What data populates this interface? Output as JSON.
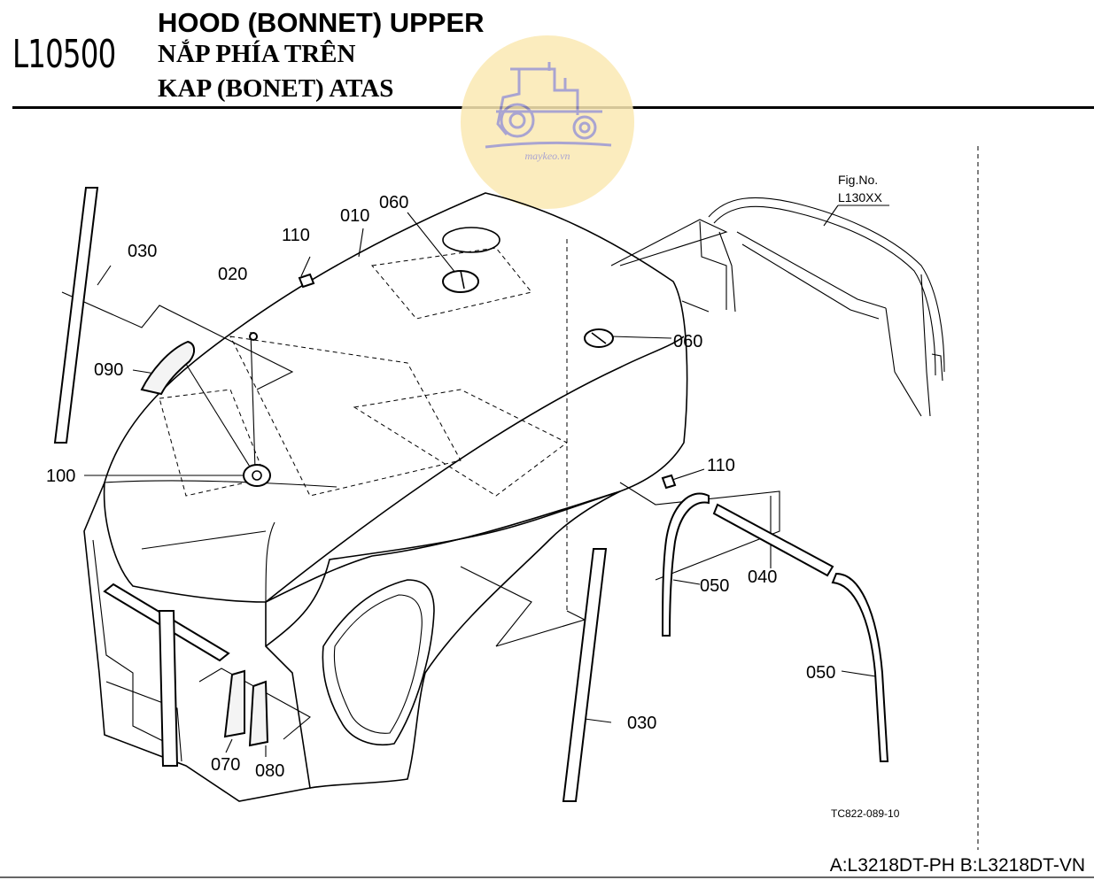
{
  "header": {
    "code": "L10500",
    "title_en": "HOOD (BONNET) UPPER",
    "title_vi": "NẮP PHÍA TRÊN",
    "title_id": "KAP (BONET) ATAS"
  },
  "watermark": {
    "text": "maykeo.vn",
    "color": "#fbe9b3"
  },
  "callouts": {
    "c010": "010",
    "c020": "020",
    "c030a": "030",
    "c030b": "030",
    "c040": "040",
    "c050a": "050",
    "c050b": "050",
    "c060a": "060",
    "c060b": "060",
    "c070": "070",
    "c080": "080",
    "c090": "090",
    "c100": "100",
    "c110a": "110",
    "c110b": "110"
  },
  "figref": {
    "label": "Fig.No.",
    "code": "L130XX"
  },
  "drawing_no": "TC822-089-10",
  "footer": "A:L3218DT-PH B:L3218DT-VN"
}
